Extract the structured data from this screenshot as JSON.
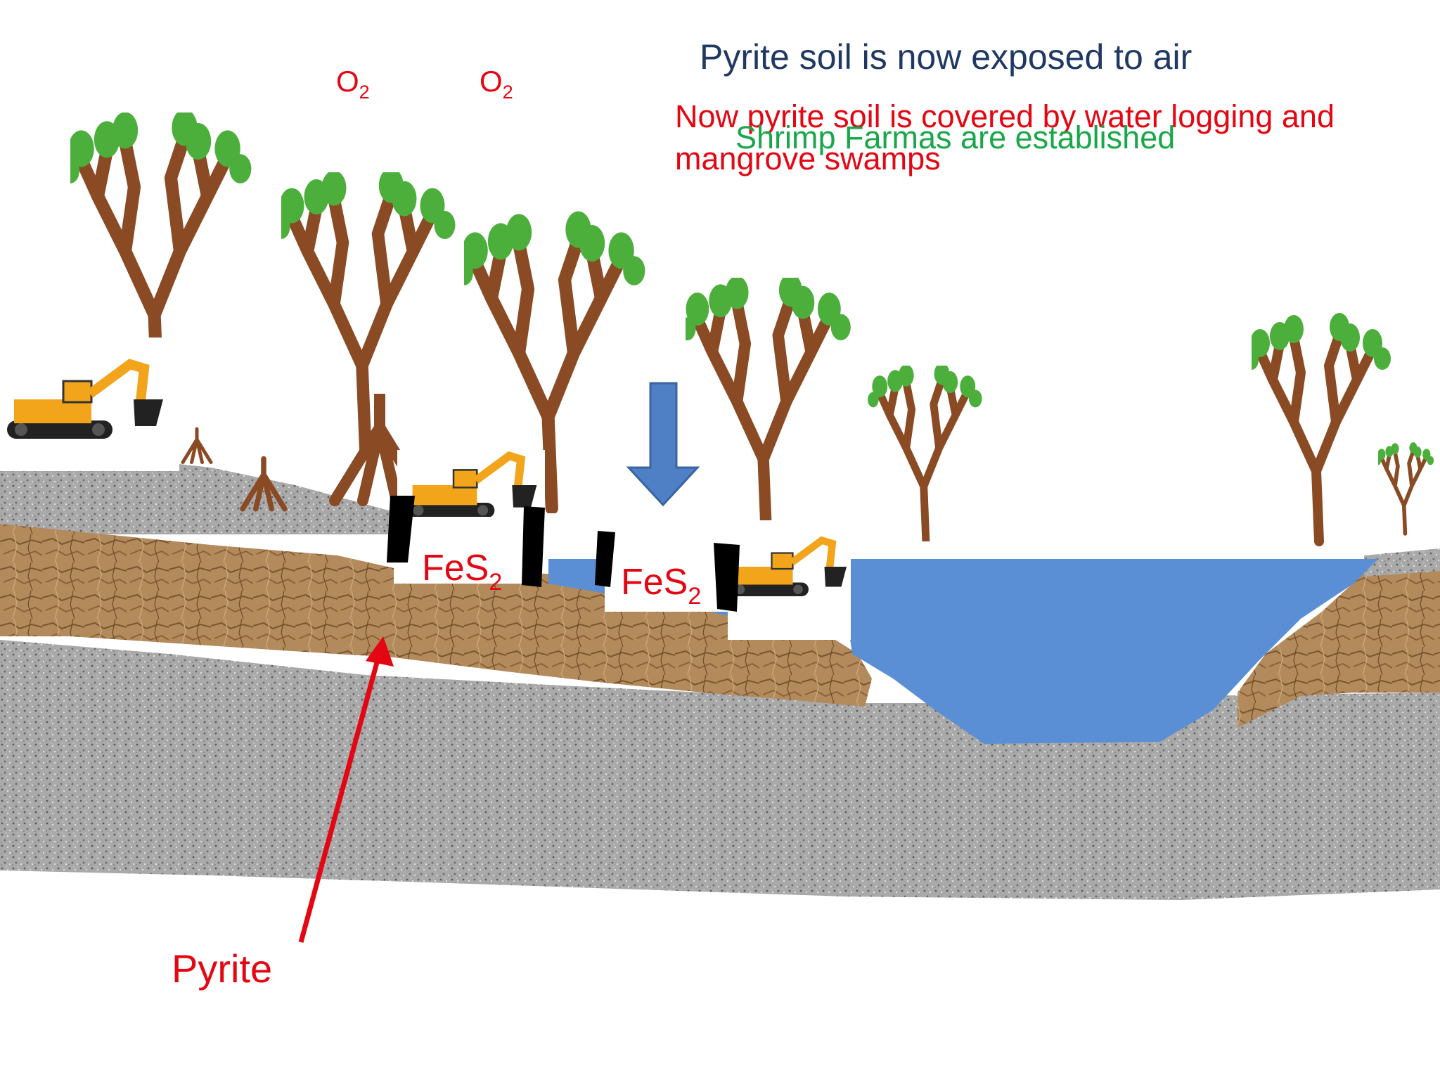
{
  "title": "Pyrite soil is now exposed to air",
  "oxygen_labels": [
    {
      "base": "O",
      "sub": "2"
    },
    {
      "base": "O",
      "sub": "2"
    }
  ],
  "note_waterlogging": "Now pyrite soil is covered by water logging and mangrove swamps",
  "note_shrimp": "Shrimp Farmas are established",
  "fes2_labels": [
    {
      "base": "FeS",
      "sub": "2"
    },
    {
      "base": "FeS",
      "sub": "2"
    }
  ],
  "pyrite_label": "Pyrite",
  "colors": {
    "title": "#1f3864",
    "label_red": "#e30613",
    "label_green": "#1aa64a",
    "water": "#5a8fd6",
    "arrow_blue": "#4f7fc4",
    "soil_brown": "#b08658",
    "rock_gray": "#9c9c9c",
    "tree_trunk": "#8a4a24",
    "leaf_green": "#4caf3c",
    "excavator": "#f2a41b"
  }
}
